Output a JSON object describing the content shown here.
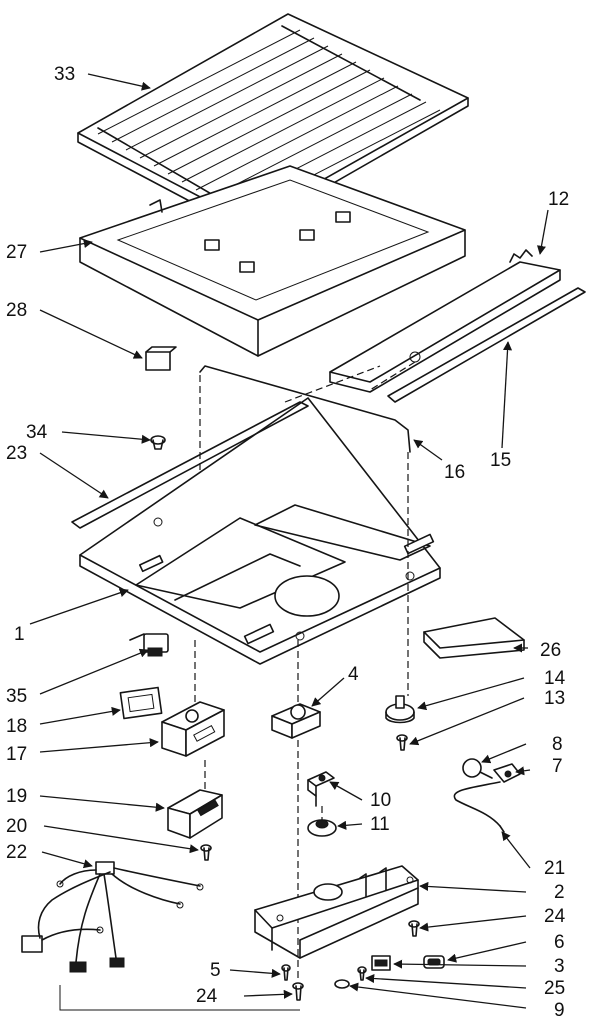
{
  "callouts": {
    "c1": "1",
    "c2": "2",
    "c3": "3",
    "c4": "4",
    "c5": "5",
    "c6": "6",
    "c7": "7",
    "c8": "8",
    "c9": "9",
    "c10": "10",
    "c11": "11",
    "c12": "12",
    "c13": "13",
    "c14": "14",
    "c15": "15",
    "c16": "16",
    "c17": "17",
    "c18": "18",
    "c19": "19",
    "c20": "20",
    "c21": "21",
    "c22": "22",
    "c23": "23",
    "c24a": "24",
    "c24b": "24",
    "c25": "25",
    "c26": "26",
    "c27": "27",
    "c28": "28",
    "c33": "33",
    "c34": "34",
    "c35": "35"
  },
  "colors": {
    "ink": "#151515",
    "paper": "#ffffff"
  }
}
